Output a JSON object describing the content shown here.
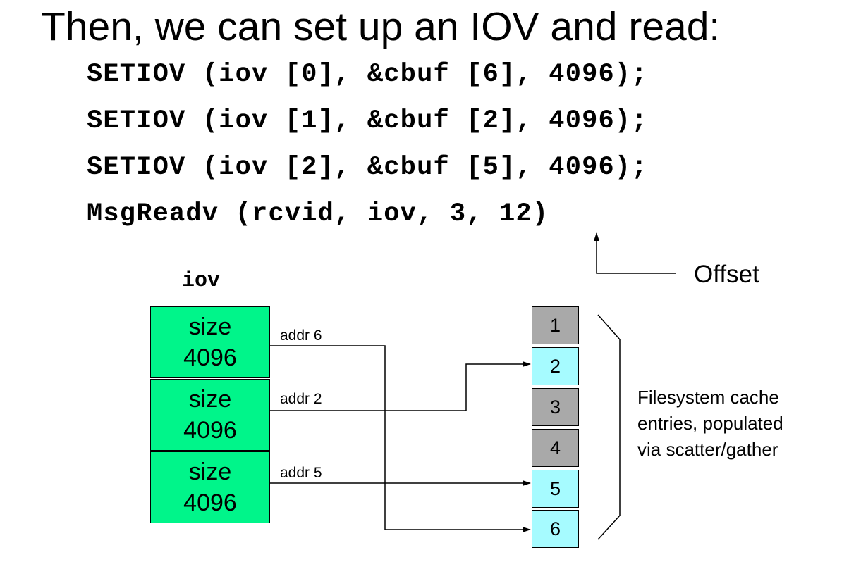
{
  "title": "Then, we can set up an IOV and read:",
  "code_lines": [
    "SETIOV (iov [0], &cbuf [6], 4096);",
    "SETIOV (iov [1], &cbuf [2], 4096);",
    "SETIOV (iov [2], &cbuf [5], 4096);",
    "MsgReadv (rcvid, iov, 3, 12)"
  ],
  "offset_label": "Offset",
  "iov_label": "iov",
  "iov_entries": [
    {
      "line1": "size",
      "line2": "4096",
      "addr": "addr 6"
    },
    {
      "line1": "size",
      "line2": "4096",
      "addr": "addr 2"
    },
    {
      "line1": "size",
      "line2": "4096",
      "addr": "addr 5"
    }
  ],
  "cache_cells": [
    {
      "label": "1",
      "state": "empty"
    },
    {
      "label": "2",
      "state": "filled"
    },
    {
      "label": "3",
      "state": "empty"
    },
    {
      "label": "4",
      "state": "empty"
    },
    {
      "label": "5",
      "state": "filled"
    },
    {
      "label": "6",
      "state": "filled"
    }
  ],
  "cache_note": {
    "line1": "Filesystem cache",
    "line2": "entries, populated",
    "line3": "via scatter/gather"
  },
  "colors": {
    "iov_fill": "#00f58a",
    "cache_empty": "#a9a9a9",
    "cache_filled": "#a6fbff"
  }
}
